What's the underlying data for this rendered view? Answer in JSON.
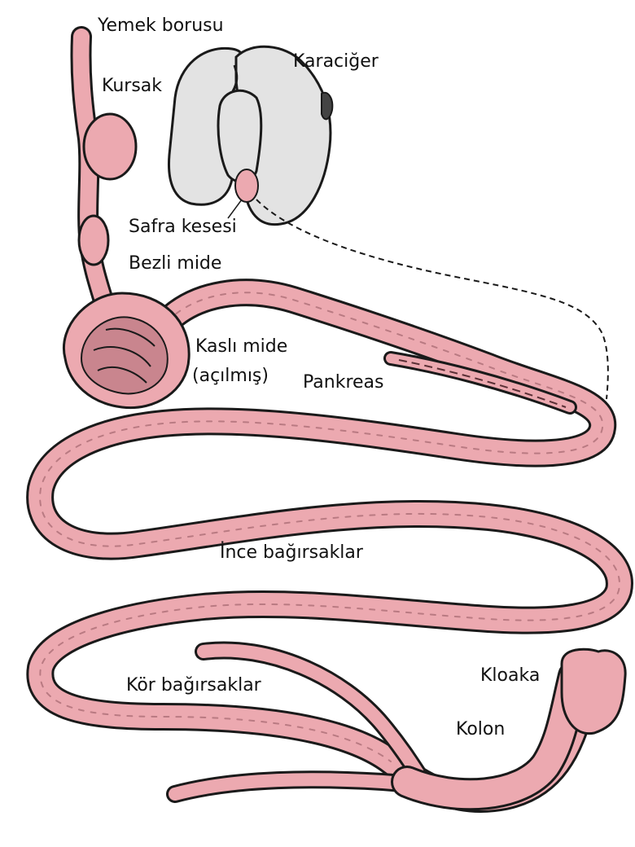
{
  "labels": {
    "esophagus": "Yemek borusu",
    "crop": "Kursak",
    "liver": "Karaciğer",
    "gallbladder": "Safra kesesi",
    "proventriculus": "Bezli mide",
    "gizzard_line1": "Kaslı mide",
    "gizzard_line2": "(açılmış)",
    "pancreas": "Pankreas",
    "small_intestine": "İnce bağırsaklar",
    "ceca": "Kör bağırsaklar",
    "cloaca": "Kloaka",
    "colon": "Kolon"
  },
  "colors": {
    "tissue": "#eca9b0",
    "tissue_dark": "#b97a82",
    "liver": "#e3e3e3",
    "outline": "#1a1a1a",
    "text": "#111111"
  }
}
